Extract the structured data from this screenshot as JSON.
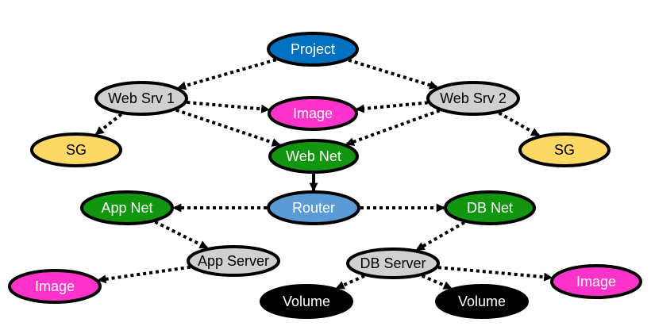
{
  "colors": {
    "blue": "#0070c0",
    "grey": "#d0d0d0",
    "magenta": "#ff33cc",
    "yellow": "#ffd966",
    "green": "#13960f",
    "light_blue": "#5b9bd5",
    "black": "#000000",
    "white": "#ffffff"
  },
  "nodes": {
    "project": {
      "label": "Project"
    },
    "websrv1": {
      "label": "Web Srv 1"
    },
    "websrv2": {
      "label": "Web Srv 2"
    },
    "image_top": {
      "label": "Image"
    },
    "sg_left": {
      "label": "SG"
    },
    "sg_right": {
      "label": "SG"
    },
    "webnet": {
      "label": "Web Net"
    },
    "router": {
      "label": "Router"
    },
    "appnet": {
      "label": "App Net"
    },
    "dbnet": {
      "label": "DB Net"
    },
    "appserver": {
      "label": "App Server"
    },
    "dbserver": {
      "label": "DB Server"
    },
    "image_left": {
      "label": "Image"
    },
    "image_right": {
      "label": "Image"
    },
    "volume1": {
      "label": "Volume"
    },
    "volume2": {
      "label": "Volume"
    }
  },
  "edges": [
    {
      "from": "project",
      "to": "websrv1",
      "style": "dotted"
    },
    {
      "from": "project",
      "to": "websrv2",
      "style": "dotted"
    },
    {
      "from": "websrv1",
      "to": "image_top",
      "style": "dotted"
    },
    {
      "from": "websrv2",
      "to": "image_top",
      "style": "dotted"
    },
    {
      "from": "websrv1",
      "to": "sg_left",
      "style": "dotted"
    },
    {
      "from": "websrv2",
      "to": "sg_right",
      "style": "dotted"
    },
    {
      "from": "websrv1",
      "to": "webnet",
      "style": "dotted"
    },
    {
      "from": "websrv2",
      "to": "webnet",
      "style": "dotted"
    },
    {
      "from": "webnet",
      "to": "router",
      "style": "solid"
    },
    {
      "from": "router",
      "to": "appnet",
      "style": "dotted"
    },
    {
      "from": "router",
      "to": "dbnet",
      "style": "dotted"
    },
    {
      "from": "appnet",
      "to": "appserver",
      "style": "dotted"
    },
    {
      "from": "dbnet",
      "to": "dbserver",
      "style": "dotted"
    },
    {
      "from": "appserver",
      "to": "image_left",
      "style": "dotted"
    },
    {
      "from": "dbserver",
      "to": "image_right",
      "style": "dotted"
    },
    {
      "from": "dbserver",
      "to": "volume1",
      "style": "dotted"
    },
    {
      "from": "dbserver",
      "to": "volume2",
      "style": "dotted"
    }
  ]
}
